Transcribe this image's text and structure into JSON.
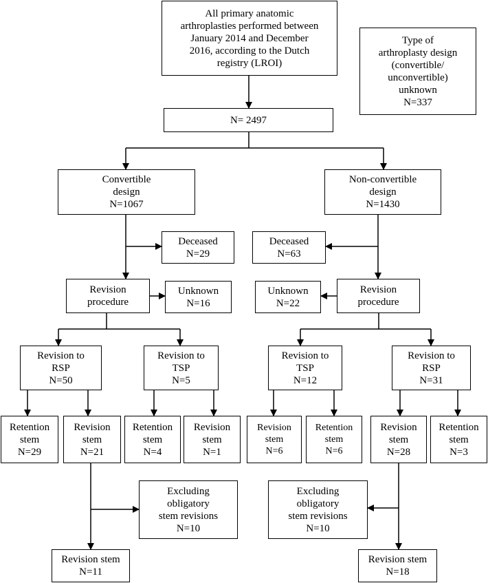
{
  "boxes": {
    "root": "All primary anatomic\narthroplasties performed between\nJanuary 2014 and December\n2016, according to the Dutch\nregistry (LROI)",
    "unknown_type": "Type of\narthroplasty design\n(convertible/\nunconvertible)\nunknown\nN=337",
    "total": "N= 2497",
    "convertible": "Convertible\ndesign\nN=1067",
    "nonconvertible": "Non-convertible\ndesign\nN=1430",
    "deceased_left": "Deceased\nN=29",
    "deceased_right": "Deceased\nN=63",
    "revision_left": "Revision\nprocedure",
    "revision_right": "Revision\nprocedure",
    "unknown_left": "Unknown\nN=16",
    "unknown_right": "Unknown\nN=22",
    "rsp_left": "Revision to\nRSP\nN=50",
    "tsp_left": "Revision to\nTSP\nN=5",
    "tsp_right": "Revision to\nTSP\nN=12",
    "rsp_right": "Revision to\nRSP\nN=31",
    "retention_29": "Retention\nstem\nN=29",
    "revision_21": "Revision\nstem\nN=21",
    "retention_4": "Retention\nstem\nN=4",
    "revision_1": "Revision\nstem\nN=1",
    "revision_6": "Revision\nstem\nN=6",
    "retention_6": "Retention\nstem\nN=6",
    "revision_28": "Revision\nstem\nN=28",
    "retention_3": "Retention\nstem\nN=3",
    "excluding_left": "Excluding\nobligatory\nstem revisions\nN=10",
    "excluding_right": "Excluding\nobligatory\nstem revisions\nN=10",
    "final_left": "Revision stem\nN=11",
    "final_right": "Revision stem\nN=18"
  }
}
